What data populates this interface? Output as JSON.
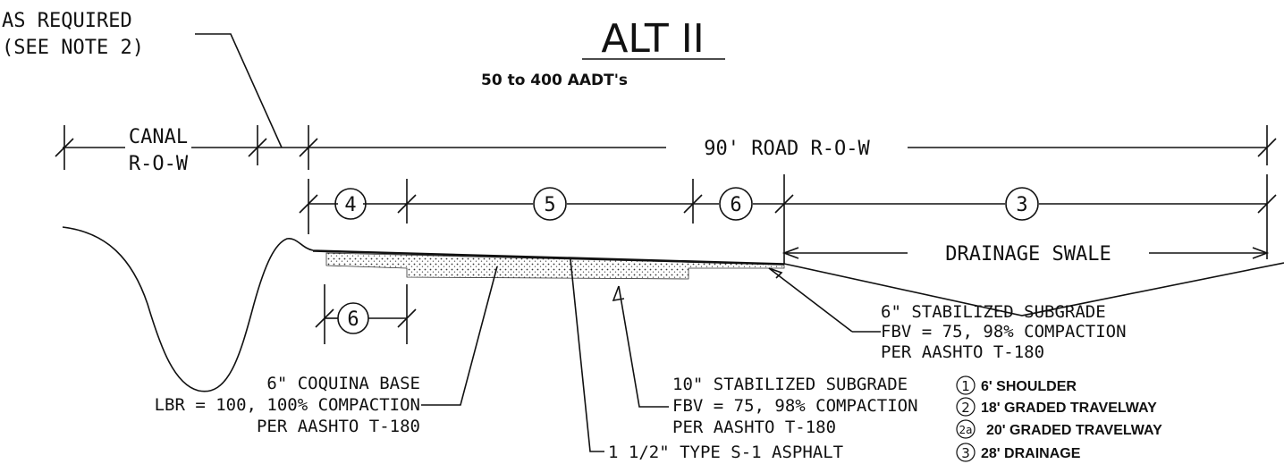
{
  "title": "ALT II",
  "subtitle": "50 to 400 AADT's",
  "note_as_required": {
    "line1": "AS REQUIRED",
    "line2": "(SEE NOTE 2)"
  },
  "canal_row": {
    "line1": "CANAL",
    "line2": "R-O-W"
  },
  "road_row": "90' ROAD R-O-W",
  "drainage_swale": "DRAINAGE SWALE",
  "segment_numbers": {
    "s4": "4",
    "s5": "5",
    "s6": "6",
    "s3": "3",
    "s6_lower": "6"
  },
  "callouts": {
    "stab6": {
      "line1": "6\" STABILIZED SUBGRADE",
      "line2": "FBV = 75, 98% COMPACTION",
      "line3": "PER AASHTO T-180"
    },
    "coquina": {
      "line1": "6\" COQUINA BASE",
      "line2": "LBR = 100, 100% COMPACTION",
      "line3": "PER AASHTO T-180"
    },
    "stab10": {
      "line1": "10\" STABILIZED SUBGRADE",
      "line2": "FBV = 75, 98% COMPACTION",
      "line3": "PER AASHTO T-180"
    },
    "asphalt": "1 1/2\" TYPE S-1 ASPHALT"
  },
  "legend": [
    {
      "mark": "1",
      "text": "6' SHOULDER"
    },
    {
      "mark": "2",
      "text": "18' GRADED TRAVELWAY"
    },
    {
      "mark": "2a",
      "text": "20' GRADED TRAVELWAY"
    },
    {
      "mark": "3",
      "text": "28' DRAINAGE"
    }
  ]
}
